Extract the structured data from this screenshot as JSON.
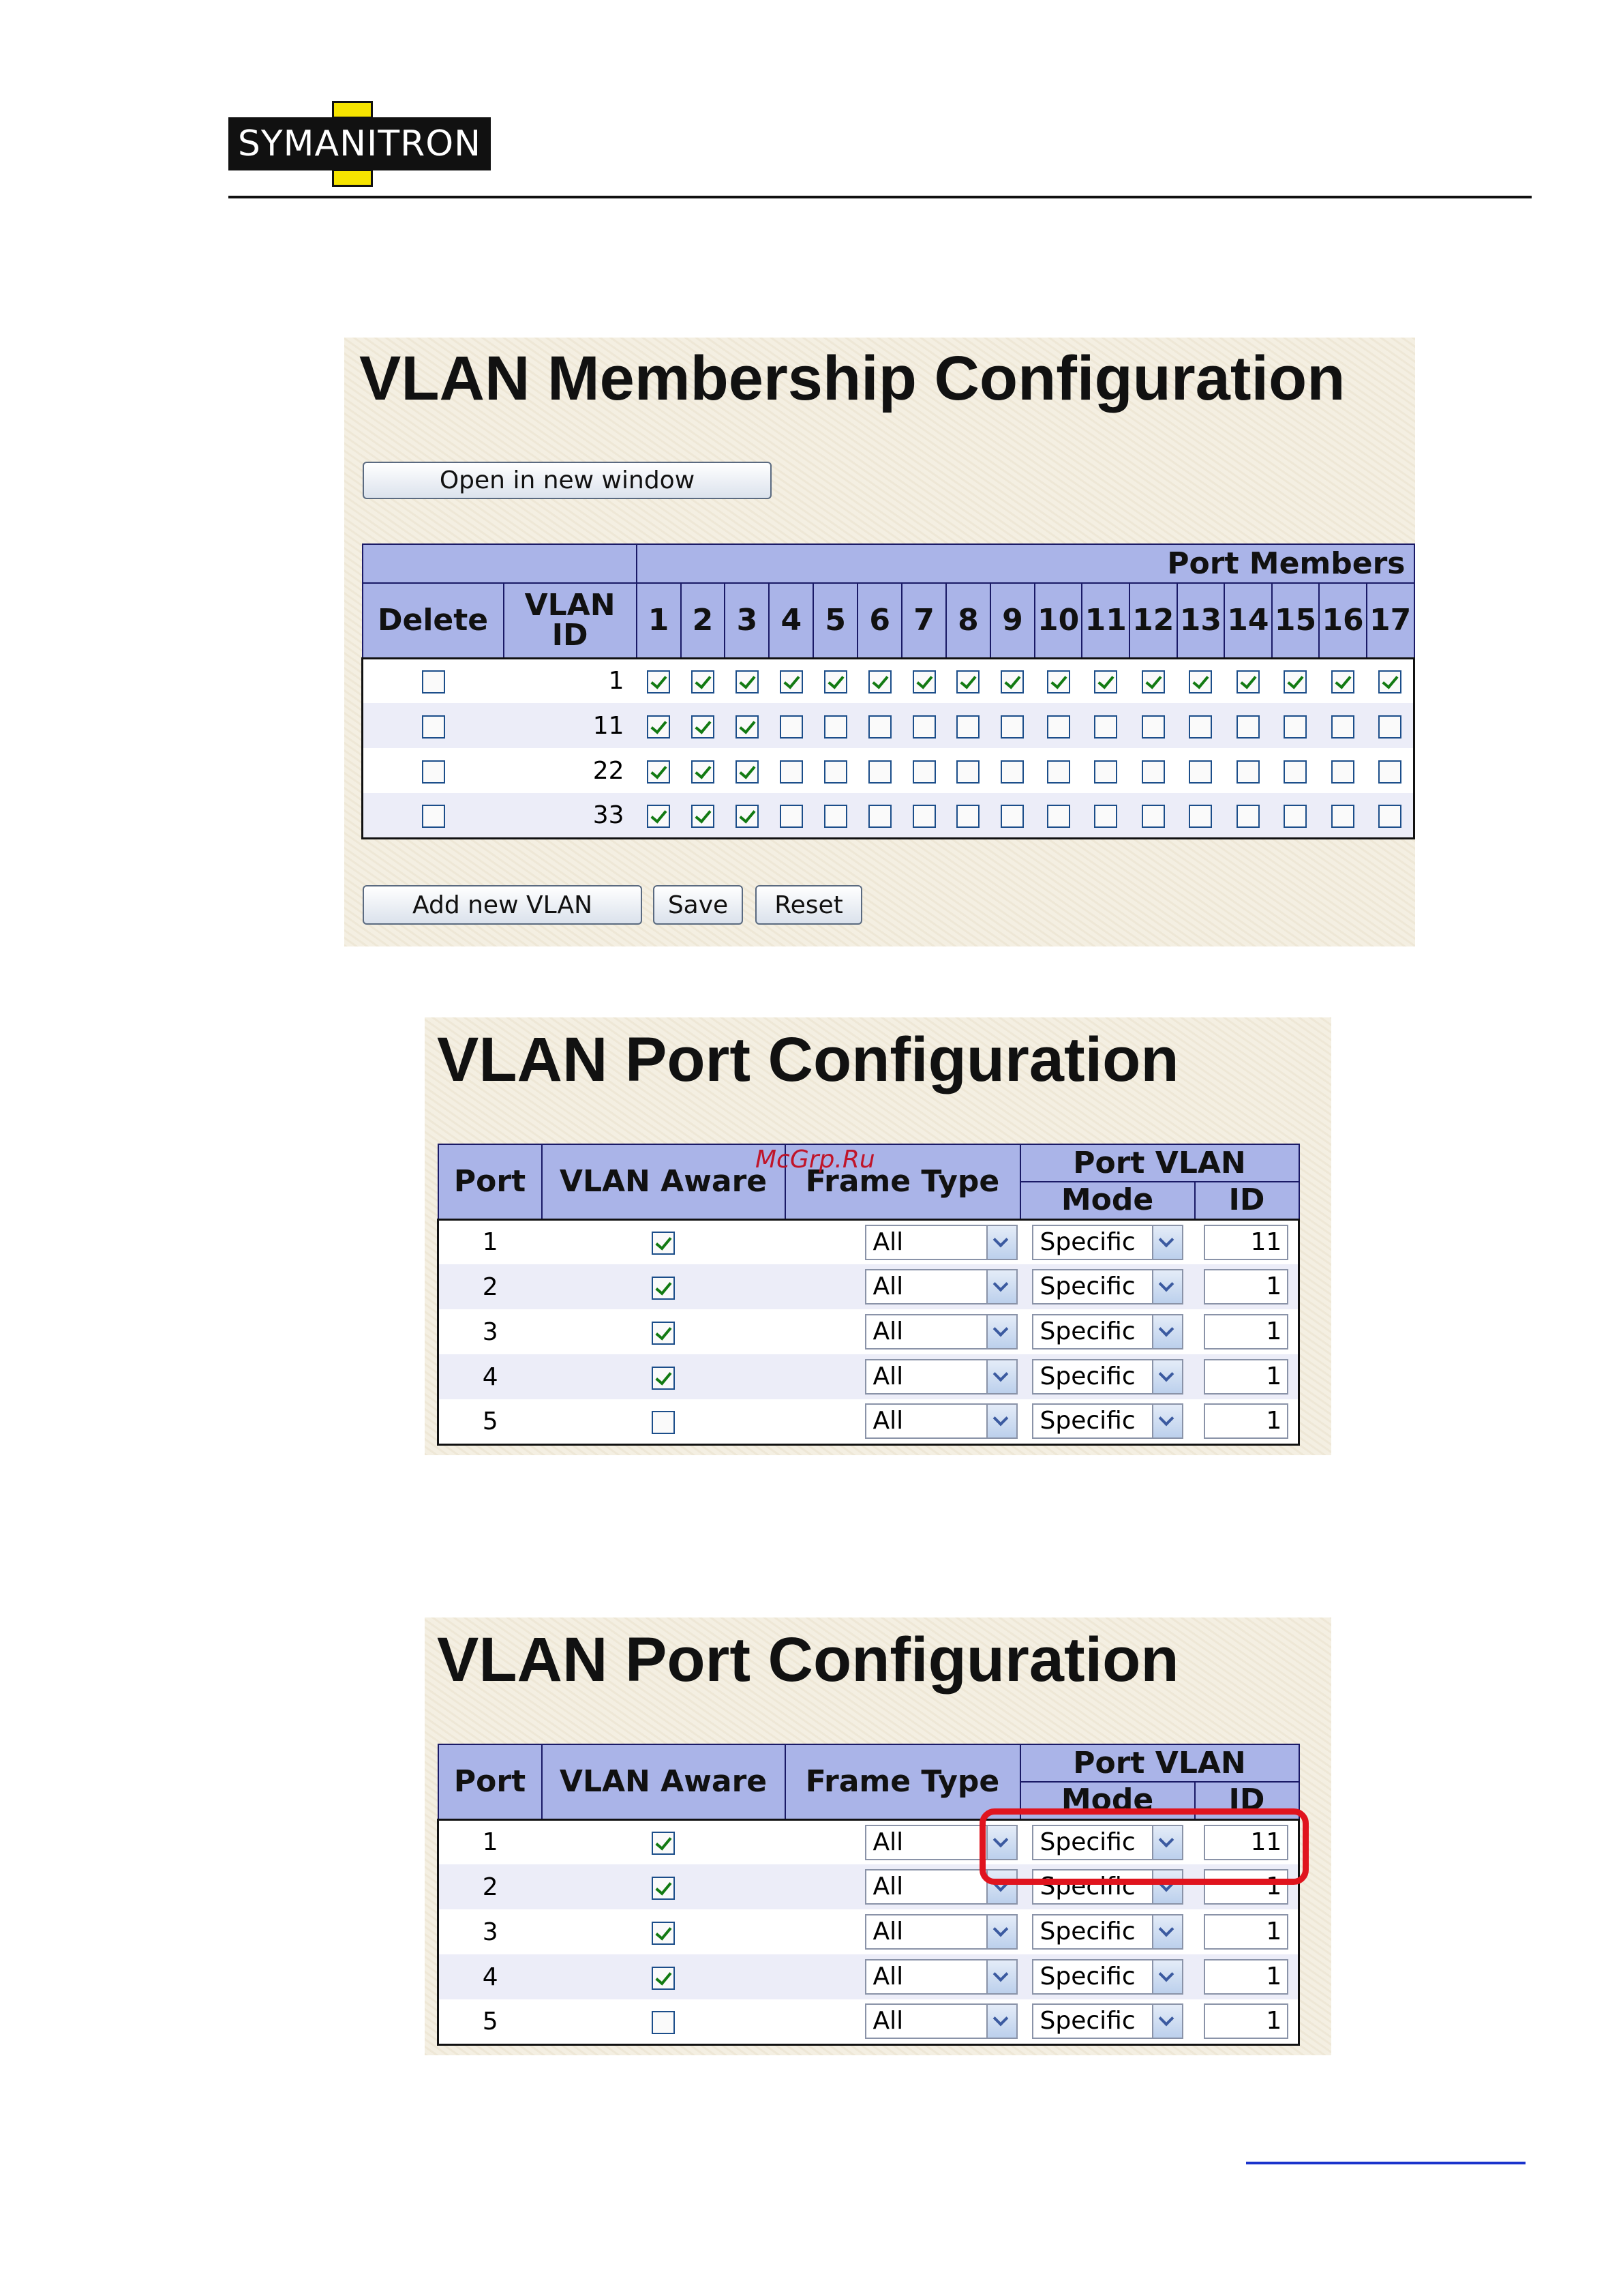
{
  "brand": {
    "logo_text": "SYMANITRON"
  },
  "membership": {
    "title": "VLAN Membership Configuration",
    "open_button": "Open in new window",
    "port_members_header": "Port Members",
    "col_delete": "Delete",
    "col_vlan_id": "VLAN ID",
    "ports": [
      "1",
      "2",
      "3",
      "4",
      "5",
      "6",
      "7",
      "8",
      "9",
      "10",
      "11",
      "12",
      "13",
      "14",
      "15",
      "16",
      "17"
    ],
    "rows": [
      {
        "id": "1",
        "delete": false,
        "members": [
          true,
          true,
          true,
          true,
          true,
          true,
          true,
          true,
          true,
          true,
          true,
          true,
          true,
          true,
          true,
          true,
          true
        ]
      },
      {
        "id": "11",
        "delete": false,
        "members": [
          true,
          true,
          true,
          false,
          false,
          false,
          false,
          false,
          false,
          false,
          false,
          false,
          false,
          false,
          false,
          false,
          false
        ]
      },
      {
        "id": "22",
        "delete": false,
        "members": [
          true,
          true,
          true,
          false,
          false,
          false,
          false,
          false,
          false,
          false,
          false,
          false,
          false,
          false,
          false,
          false,
          false
        ]
      },
      {
        "id": "33",
        "delete": false,
        "members": [
          true,
          true,
          true,
          false,
          false,
          false,
          false,
          false,
          false,
          false,
          false,
          false,
          false,
          false,
          false,
          false,
          false
        ]
      }
    ],
    "add_button": "Add new VLAN",
    "save_button": "Save",
    "reset_button": "Reset"
  },
  "port_config_1": {
    "title": "VLAN Port Configuration",
    "col_port": "Port",
    "col_aware": "VLAN Aware",
    "col_frame": "Frame Type",
    "col_port_vlan": "Port VLAN",
    "col_mode": "Mode",
    "col_id": "ID",
    "rows": [
      {
        "port": "1",
        "aware": true,
        "frame": "All",
        "mode": "Specific",
        "id": "11"
      },
      {
        "port": "2",
        "aware": true,
        "frame": "All",
        "mode": "Specific",
        "id": "1"
      },
      {
        "port": "3",
        "aware": true,
        "frame": "All",
        "mode": "Specific",
        "id": "1"
      },
      {
        "port": "4",
        "aware": true,
        "frame": "All",
        "mode": "Specific",
        "id": "1"
      },
      {
        "port": "5",
        "aware": false,
        "frame": "All",
        "mode": "Specific",
        "id": "1"
      }
    ]
  },
  "port_config_2": {
    "title": "VLAN Port Configuration",
    "col_port": "Port",
    "col_aware": "VLAN Aware",
    "col_frame": "Frame Type",
    "col_port_vlan": "Port VLAN",
    "col_mode": "Mode",
    "col_id": "ID",
    "rows": [
      {
        "port": "1",
        "aware": true,
        "frame": "All",
        "mode": "Specific",
        "id": "11"
      },
      {
        "port": "2",
        "aware": true,
        "frame": "All",
        "mode": "Specific",
        "id": "1"
      },
      {
        "port": "3",
        "aware": true,
        "frame": "All",
        "mode": "Specific",
        "id": "1"
      },
      {
        "port": "4",
        "aware": true,
        "frame": "All",
        "mode": "Specific",
        "id": "1"
      },
      {
        "port": "5",
        "aware": false,
        "frame": "All",
        "mode": "Specific",
        "id": "1"
      }
    ]
  },
  "watermark": "McGrp.Ru",
  "colors": {
    "header_bg": "#aab4e8",
    "panel_bg": "#f4efe2",
    "highlight": "#e0141e",
    "logo_yellow": "#f6e400"
  }
}
